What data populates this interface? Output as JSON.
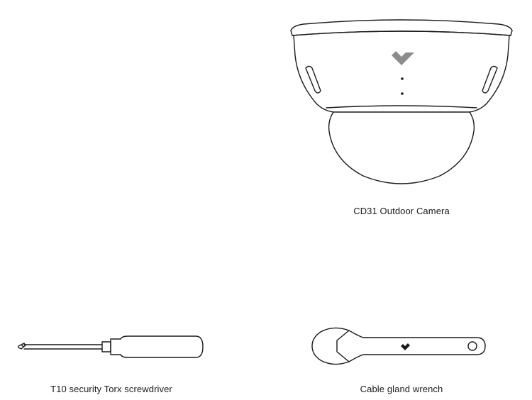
{
  "items": [
    {
      "label": "CD31 Outdoor Camera"
    },
    {
      "label": "T10 security Torx screwdriver"
    },
    {
      "label": "Cable gland wrench"
    }
  ],
  "colors": {
    "line": "#1a1a1a",
    "logo": "#8c8c8c",
    "background": "#ffffff"
  }
}
